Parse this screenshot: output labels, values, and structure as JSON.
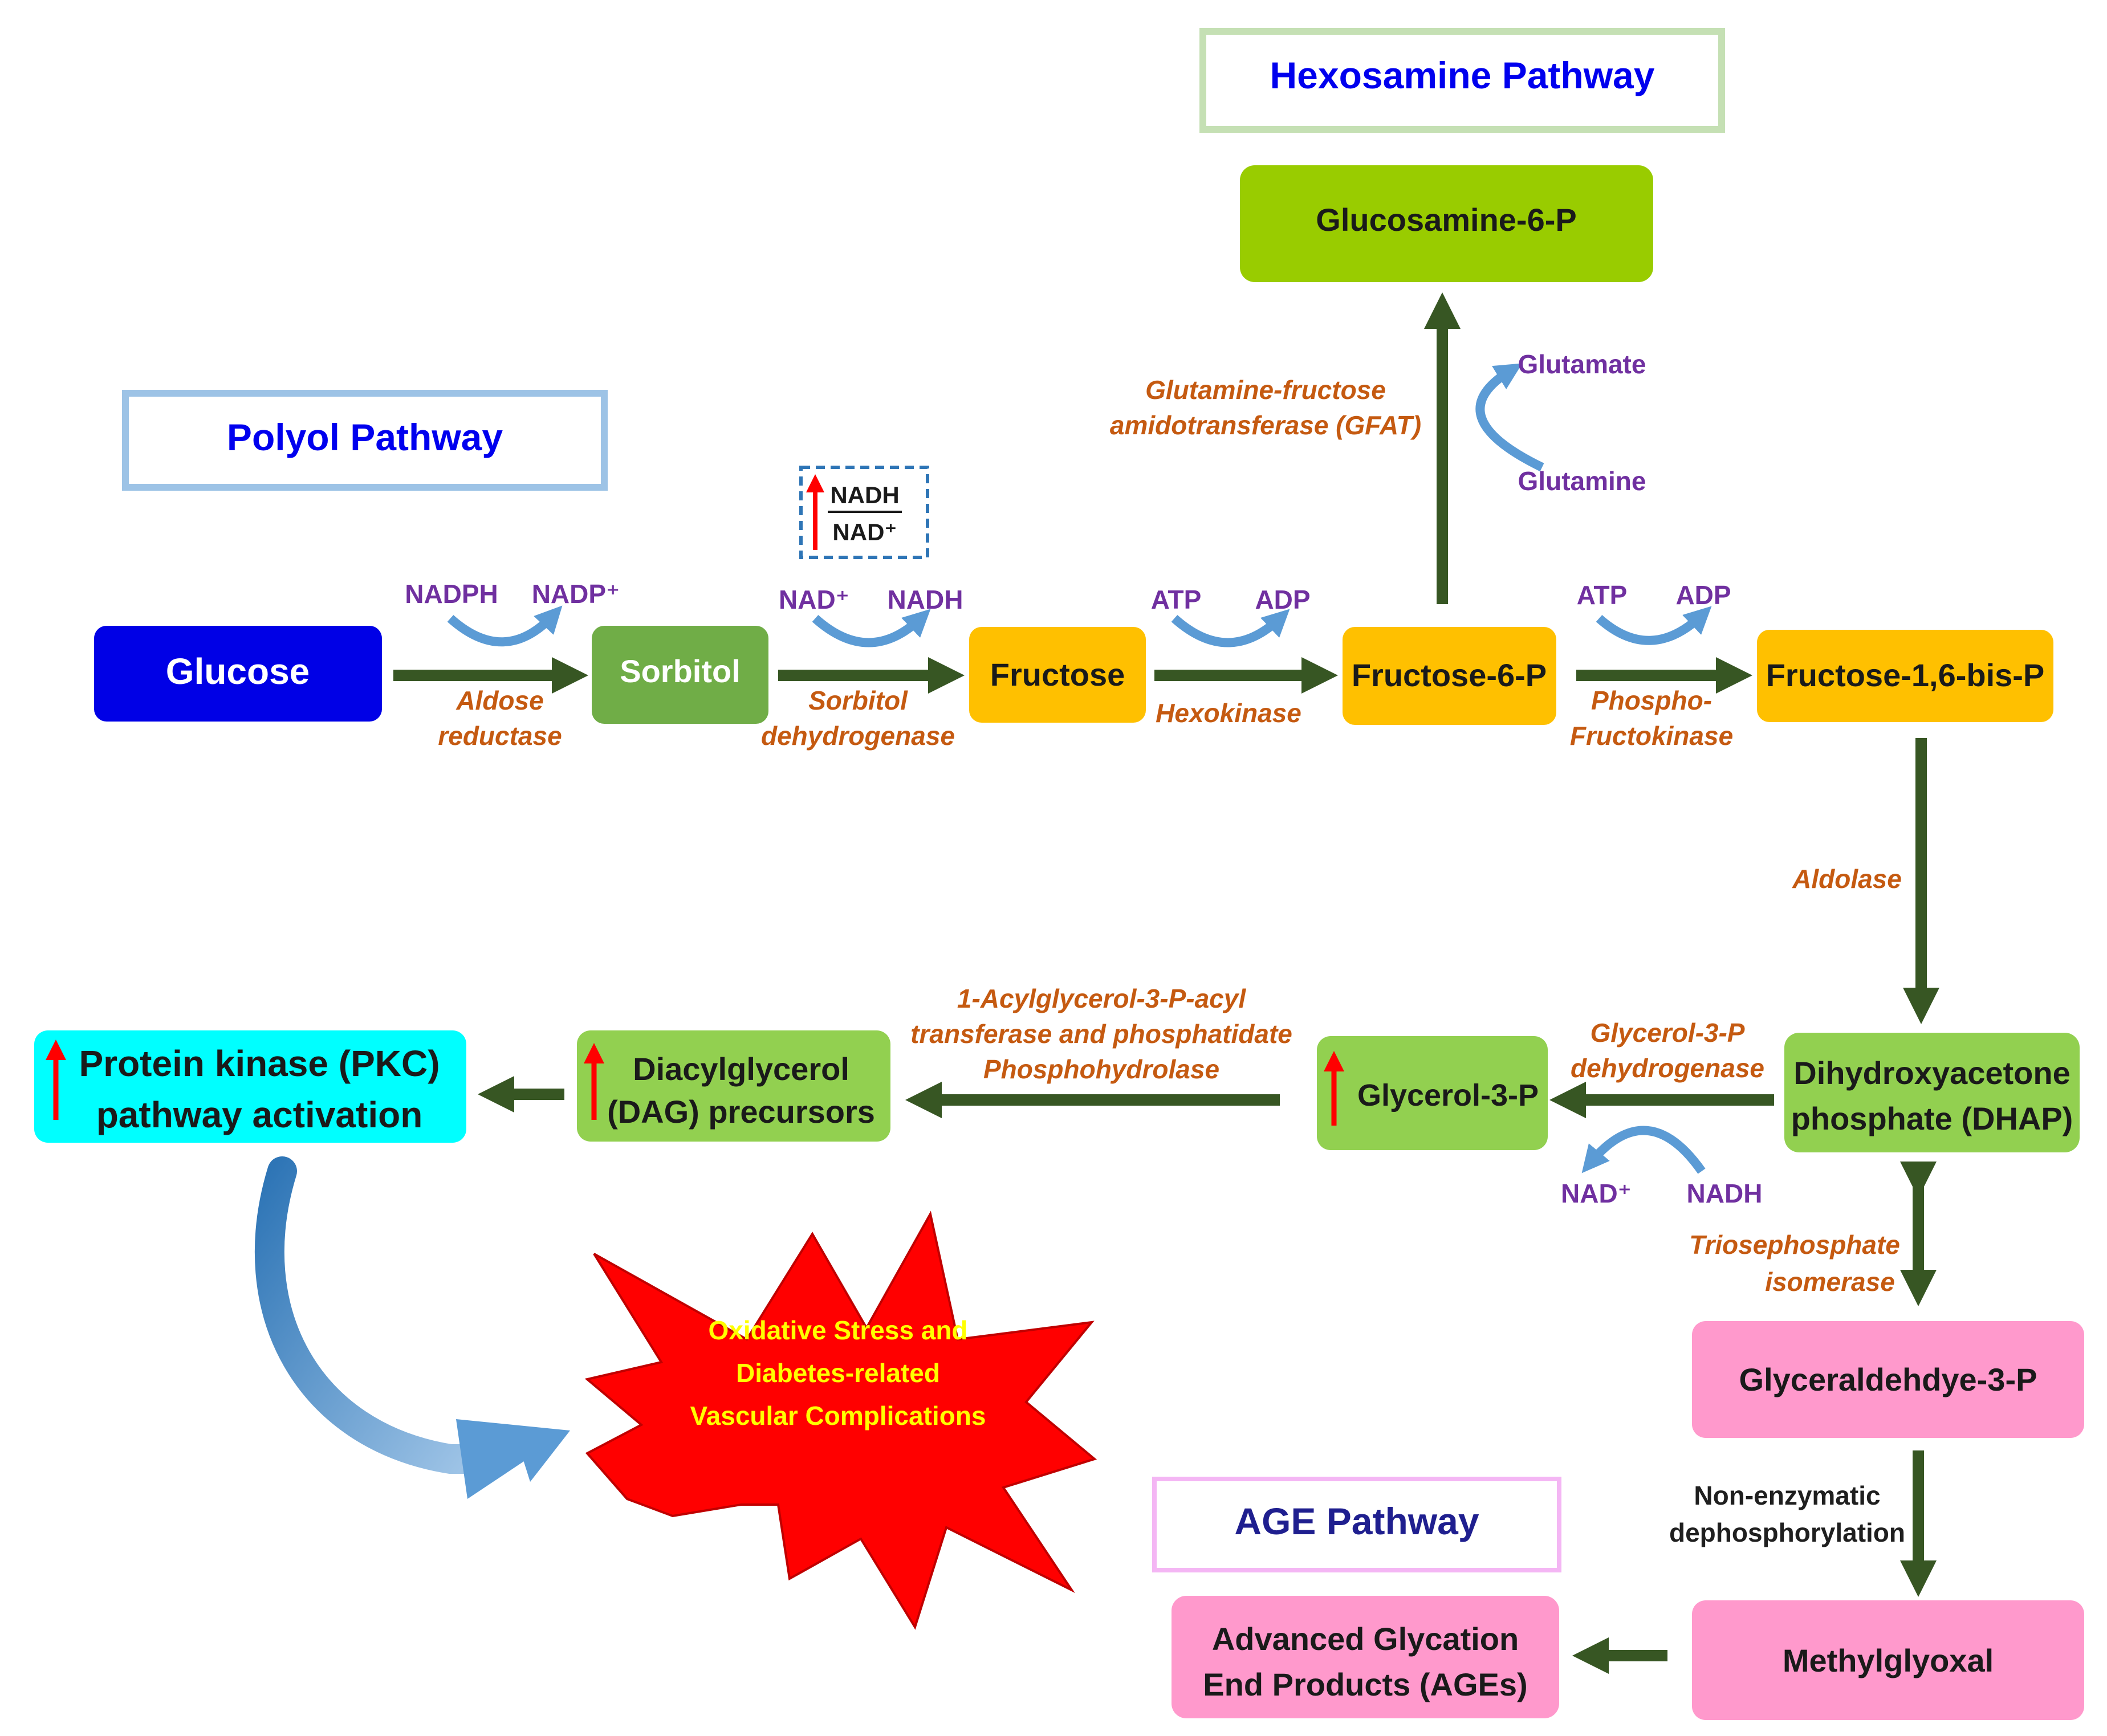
{
  "pathway_titles": {
    "hexosamine": "Hexosamine Pathway",
    "polyol": "Polyol Pathway",
    "age": "AGE Pathway"
  },
  "nodes": {
    "glucosamine_6_p": "Glucosamine-6-P",
    "glucose": "Glucose",
    "sorbitol": "Sorbitol",
    "fructose": "Fructose",
    "fructose_6_p": "Fructose-6-P",
    "fructose_1_6_bis_p": "Fructose-1,6-bis-P",
    "dhap_line1": "Dihydroxyacetone",
    "dhap_line2": "phosphate (DHAP)",
    "glycerol_3_p": "Glycerol-3-P",
    "dag_line1": "Diacylglycerol",
    "dag_line2": "(DAG) precursors",
    "pkc_line1": "Protein kinase (PKC)",
    "pkc_line2": "pathway activation",
    "glyceraldehyde_3_p": "Glyceraldehdye-3-P",
    "methylglyoxal": "Methylglyoxal",
    "ages_line1": "Advanced Glycation",
    "ages_line2": "End Products (AGEs)"
  },
  "enzymes": {
    "gfat_line1": "Glutamine-fructose",
    "gfat_line2": "amidotransferase (GFAT)",
    "aldose_line1": "Aldose",
    "aldose_line2": "reductase",
    "sdh_line1": "Sorbitol",
    "sdh_line2": "dehydrogenase",
    "hexokinase": "Hexokinase",
    "pfk_line1": "Phospho-",
    "pfk_line2": "Fructokinase",
    "aldolase": "Aldolase",
    "g3pdh_line1": "Glycerol-3-P",
    "g3pdh_line2": "dehydrogenase",
    "agpat_line1": "1-Acylglycerol-3-P-acyl",
    "agpat_line2": "transferase  and  phosphatidate",
    "agpat_line3": "Phosphohydrolase",
    "tpi_line1": "Triosephosphate",
    "tpi_line2": "isomerase",
    "nonenz_line1": "Non-enzymatic",
    "nonenz_line2": "dephosphorylation"
  },
  "cofactors": {
    "glutamate": "Glutamate",
    "glutamine": "Glutamine",
    "nadph": "NADPH",
    "nadp": "NADP⁺",
    "nad_1": "NAD⁺",
    "nadh_1": "NADH",
    "atp_1": "ATP",
    "adp_1": "ADP",
    "atp_2": "ATP",
    "adp_2": "ADP",
    "nad_2": "NAD⁺",
    "nadh_2": "NADH"
  },
  "ratio_box": {
    "numerator": "NADH",
    "denominator": "NAD⁺"
  },
  "outcome": {
    "line1": "Oxidative Stress and",
    "line2": "Diabetes-related",
    "line3": "Vascular Complications"
  },
  "colors": {
    "title_blue": "#0000ee",
    "title_navy": "#1f1f8f",
    "glucose_blue": "#0000e6",
    "sorbitol_green": "#70ad47",
    "orange_node": "#ffc000",
    "lime_node": "#92d050",
    "lime_dark": "#99cc00",
    "pink_node": "#ff99cc",
    "cyan_node": "#00ffff",
    "arrow_green": "#375623",
    "cofactor_arrow": "#5b9bd5",
    "enzyme_text": "#c55a11",
    "cofactor_text": "#7030a0",
    "up_arrow_red": "#ff0000",
    "star_red": "#ff0000",
    "star_text": "#ffff00"
  }
}
